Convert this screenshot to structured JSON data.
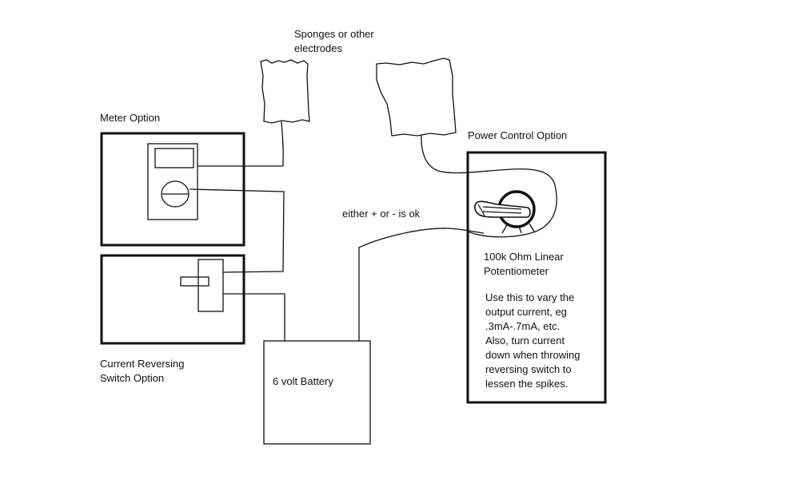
{
  "labels": {
    "electrodes": [
      "Sponges or other",
      "electrodes"
    ],
    "meter_option": "Meter Option",
    "power_control_option": "Power Control Option",
    "polarity_note": "either + or - is ok",
    "pot_label": [
      "100k Ohm Linear",
      "Potentiometer"
    ],
    "pot_usage": [
      "Use this to vary the",
      "output current, eg",
      ".3mA-.7mA, etc.",
      "Also, turn current",
      "down when throwing",
      "reversing switch to",
      "lessen the spikes."
    ],
    "switch_option": [
      "Current Reversing",
      "Switch Option"
    ],
    "battery": "6 volt Battery"
  },
  "colors": {
    "ink": "#111111",
    "background": "#ffffff"
  }
}
